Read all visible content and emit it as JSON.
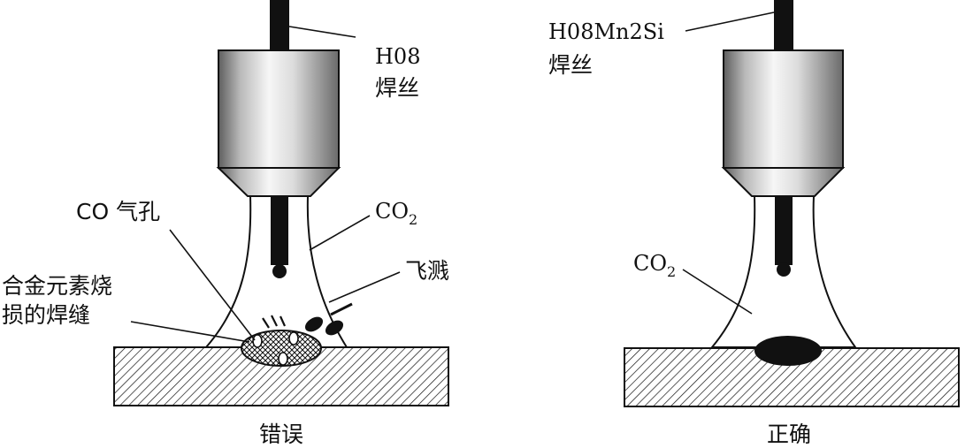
{
  "left": {
    "wire_label_1": "H08",
    "wire_label_2": "焊丝",
    "co_pore_label": "CO 气孔",
    "gas_label_main": "CO",
    "gas_label_sub": "2",
    "spatter_label": "飞溅",
    "alloy_label_line1": "合金元素烧",
    "alloy_label_line2": "损的焊缝",
    "caption": "错误"
  },
  "right": {
    "wire_label_1": "H08Mn2Si",
    "wire_label_2": "焊丝",
    "gas_label_main": "CO",
    "gas_label_sub": "2",
    "caption": "正确"
  }
}
